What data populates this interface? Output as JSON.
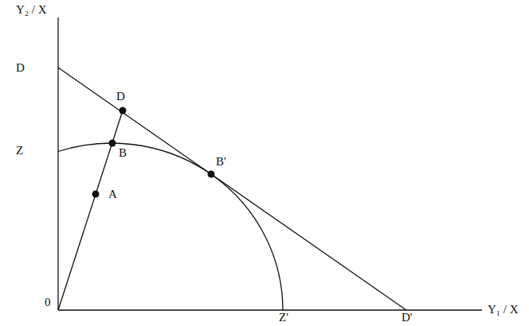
{
  "diagram": {
    "labels": [
      "Y₂ / X",
      "D",
      "Z",
      "D",
      "B",
      "A",
      "B'",
      "0",
      "Z'",
      "D'",
      "Y₁ / X"
    ]
  }
}
